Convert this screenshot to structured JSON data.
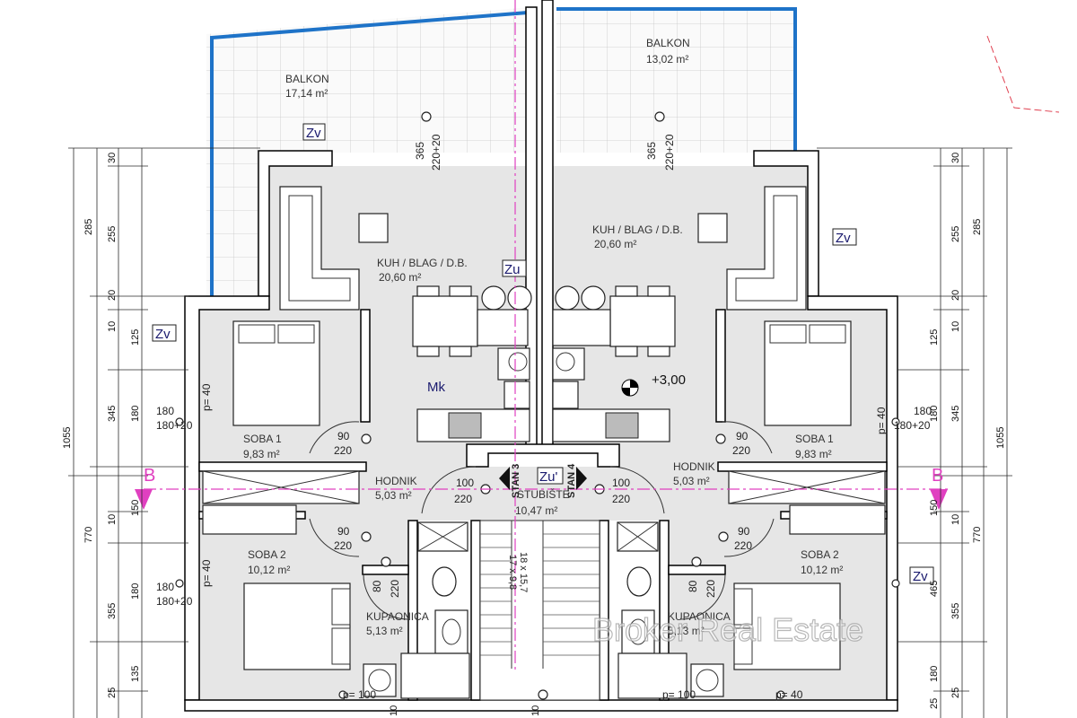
{
  "rooms": {
    "balkon_left": {
      "name": "BALKON",
      "area": "17,14 m²"
    },
    "balkon_right": {
      "name": "BALKON",
      "area": "13,02 m²"
    },
    "kuh_left": {
      "name": "KUH / BLAG / D.B.",
      "area": "20,60 m²"
    },
    "kuh_right": {
      "name": "KUH / BLAG / D.B.",
      "area": "20,60 m²"
    },
    "soba1_left": {
      "name": "SOBA 1",
      "area": "9,83 m²"
    },
    "soba1_right": {
      "name": "SOBA 1",
      "area": "9,83 m²"
    },
    "soba2_left": {
      "name": "SOBA 2",
      "area": "10,12 m²"
    },
    "soba2_right": {
      "name": "SOBA 2",
      "area": "10,12 m²"
    },
    "hodnik_left": {
      "name": "HODNIK",
      "area": "5,03 m²"
    },
    "hodnik_right": {
      "name": "HODNIK",
      "area": "5,03 m²"
    },
    "kupaonica_left": {
      "name": "KUPAONICA",
      "area": "5,13 m²"
    },
    "kupaonica_right": {
      "name": "KUPAONICA",
      "area": "5,13 m²"
    },
    "stubiste": {
      "name": "STUBIŠTE",
      "area": "10,47 m²"
    }
  },
  "markers": {
    "zv": "Zv",
    "zu": "Zu",
    "zu_prime": "Zu'",
    "mk": "Mk",
    "section": "B",
    "level": "+3,00",
    "stan3": "STAN 3",
    "stan4": "STAN 4",
    "stairs_a": "18 x 15,7",
    "stairs_b": "17 x 9,8"
  },
  "openings": {
    "w365": "365",
    "w220_20": "220+20",
    "d90": "90",
    "d220": "220",
    "d100": "100",
    "d80": "80",
    "w180": "180",
    "w180_20": "180+20",
    "p40": "p= 40",
    "p100": "p= 100"
  },
  "dims_left_outer": [
    "1055",
    "770"
  ],
  "dims_left_mid": [
    "285",
    "345",
    "355",
    "25"
  ],
  "dims_left_inner": [
    "30",
    "255",
    "20",
    "10",
    "125",
    "180",
    "10",
    "150",
    "180",
    "135"
  ],
  "dims_right_outer": [
    "1055",
    "770"
  ],
  "dims_right_mid": [
    "285",
    "345",
    "465",
    "355",
    "25"
  ],
  "dims_right_inner": [
    "30",
    "255",
    "20",
    "10",
    "125",
    "180",
    "10",
    "150",
    "180",
    "25"
  ],
  "bottom_dims": [
    "10",
    "10"
  ],
  "watermark": "Broker Real Estate"
}
